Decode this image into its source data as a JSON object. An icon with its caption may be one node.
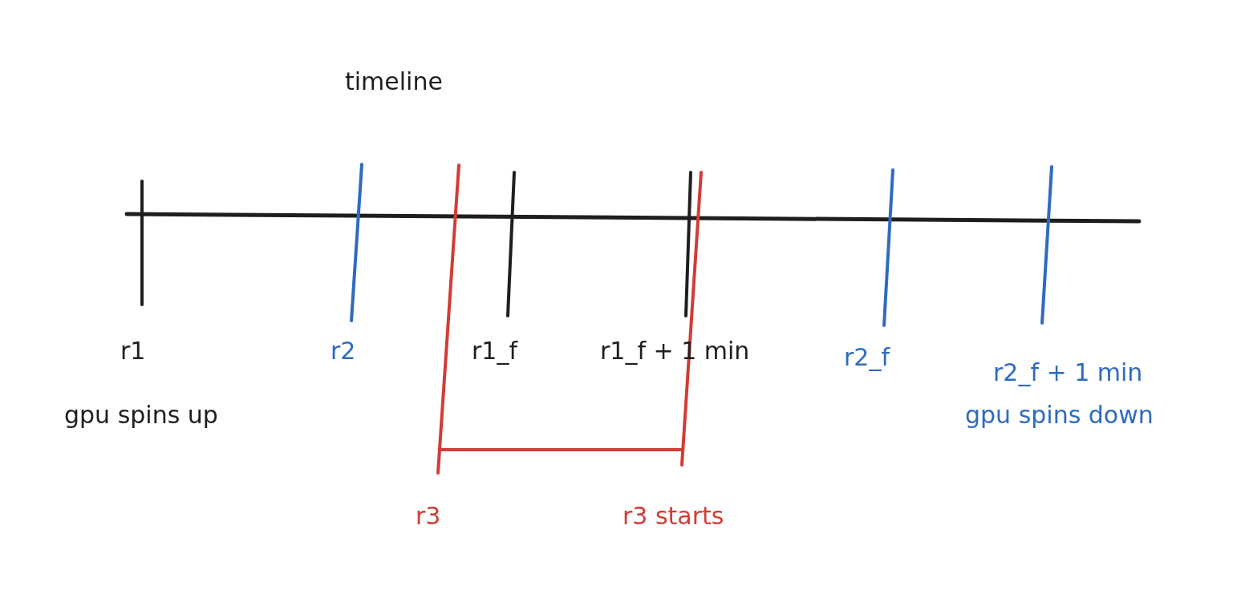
{
  "diagram": {
    "title": "timeline",
    "labels": [
      "r1",
      "r2",
      "r1_f",
      "r1_f + 1 min",
      "r2_f",
      "r2_f + 1 min",
      "gpu spins up",
      "gpu spins down",
      "r3",
      "r3 starts"
    ]
  }
}
